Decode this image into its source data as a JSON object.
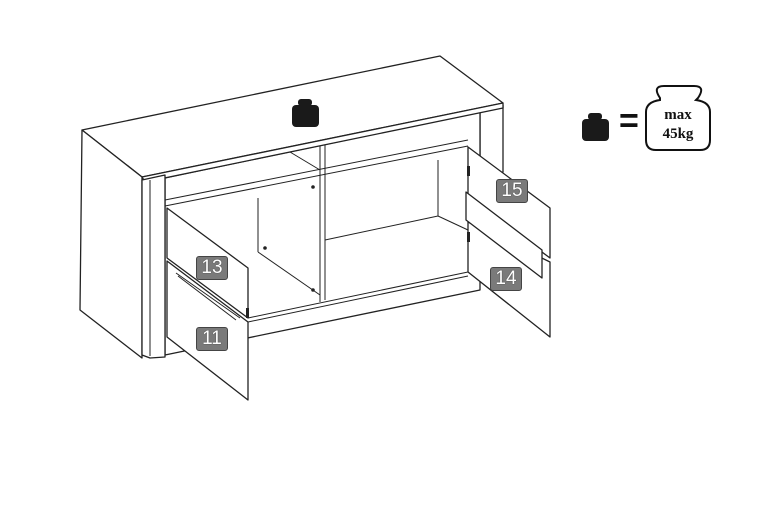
{
  "part_labels": {
    "door_upper_left": "13",
    "door_lower_left": "11",
    "door_upper_right": "15",
    "door_lower_right": "14"
  },
  "load_legend": {
    "equals": "=",
    "max_label": "max",
    "max_value": "45kg"
  },
  "colors": {
    "label_bg": "#7a7a7a",
    "line": "#222222",
    "weight_fill": "#1a1a1a"
  }
}
